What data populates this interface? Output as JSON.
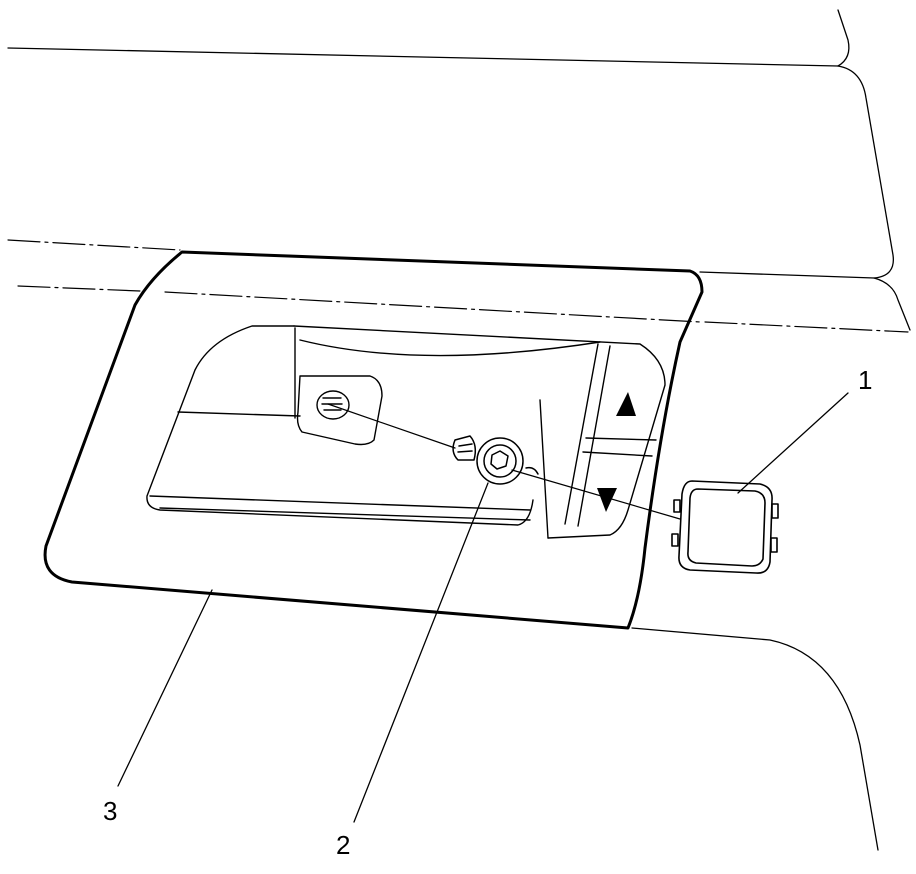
{
  "callouts": {
    "cap": "1",
    "screw": "2",
    "handle_bezel": "3"
  },
  "colors": {
    "line": "#000000",
    "background": "#ffffff"
  }
}
